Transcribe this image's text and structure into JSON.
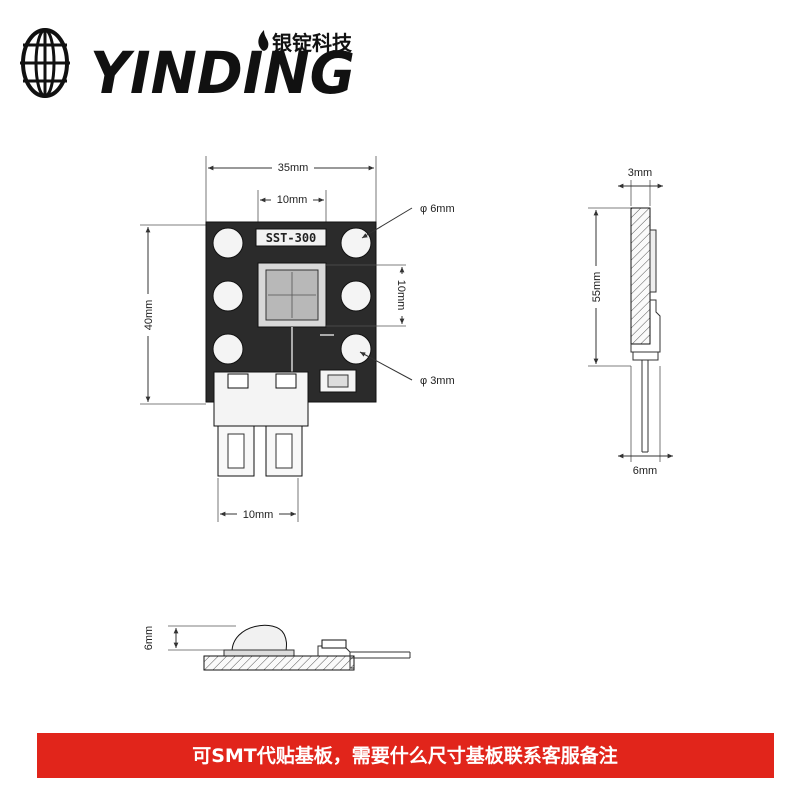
{
  "logo": {
    "brand": "YINDING",
    "brand_cn": "银锭科技"
  },
  "front_view": {
    "model": "SST-300",
    "width_label": "35mm",
    "chip_width_label": "10mm",
    "hole_large_label": "φ 6mm",
    "chip_height_label": "10mm",
    "height_label": "40mm",
    "hole_small_label": "φ 3mm",
    "terminal_pitch_label": "10mm"
  },
  "side_view": {
    "thickness_label": "3mm",
    "height_label": "55mm",
    "depth_label": "6mm"
  },
  "profile_view": {
    "dome_height_label": "6mm"
  },
  "banner": {
    "text": "可SMT代贴基板，需要什么尺寸基板联系客服备注",
    "color": "#e1251b"
  }
}
